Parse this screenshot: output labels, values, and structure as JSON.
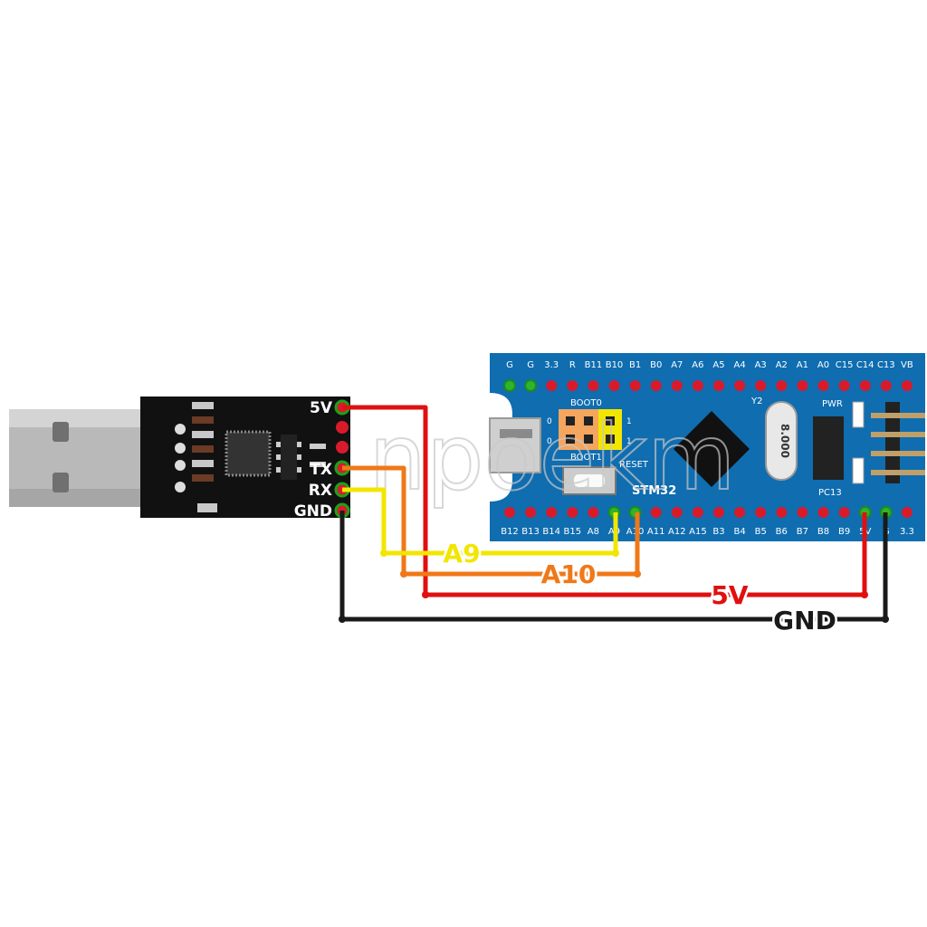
{
  "usb_adapter": {
    "pins": [
      "5V",
      "",
      "",
      "TX",
      "RX",
      "GND"
    ]
  },
  "stm32": {
    "label": "STM32",
    "top_pins": [
      "G",
      "G",
      "3.3",
      "R",
      "B11",
      "B10",
      "B1",
      "B0",
      "A7",
      "A6",
      "A5",
      "A4",
      "A3",
      "A2",
      "A1",
      "A0",
      "C15",
      "C14",
      "C13",
      "VB"
    ],
    "bottom_pins": [
      "B12",
      "B13",
      "B14",
      "B15",
      "A8",
      "A9",
      "A10",
      "A11",
      "A12",
      "A15",
      "B3",
      "B4",
      "B5",
      "B6",
      "B7",
      "B8",
      "B9",
      "5V",
      "G",
      "3.3"
    ],
    "boot0": "BOOT0",
    "boot1": "BOOT1",
    "reset": "RESET",
    "jumper_0": "0",
    "jumper_1": "1",
    "crystal": "Y2",
    "crystal_text": "8.000",
    "pwr": "PWR",
    "pc13": "PC13"
  },
  "wires": [
    {
      "label": "A9",
      "color": "#f2e600"
    },
    {
      "label": "A10",
      "color": "#f07818"
    },
    {
      "label": "5V",
      "color": "#e01010"
    },
    {
      "label": "GND",
      "color": "#1a1a1a"
    }
  ],
  "watermark": "npoekm"
}
